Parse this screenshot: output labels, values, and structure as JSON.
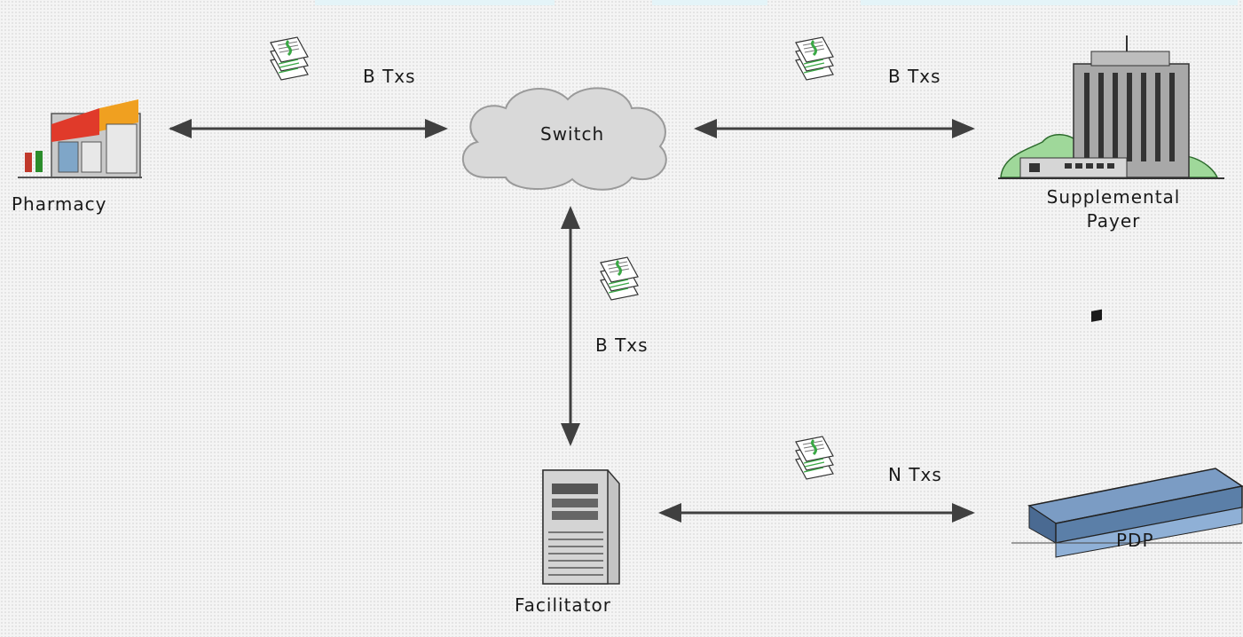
{
  "nodes": {
    "pharmacy": "Pharmacy",
    "switch": "Switch",
    "supplemental_payer_line1": "Supplemental",
    "supplemental_payer_line2": "Payer",
    "facilitator": "Facilitator",
    "pdp": "PDP"
  },
  "edges": {
    "pharmacy_switch": "B Txs",
    "switch_payer": "B Txs",
    "switch_facilitator": "B Txs",
    "facilitator_pdp": "N Txs"
  },
  "colors": {
    "arrow": "#404040",
    "cloud": "#d9d9d9",
    "doc_check": "#3aa845",
    "building": "#9a9a9a",
    "pdp_blue": "#5b7fa8",
    "tree": "#9fd89a"
  },
  "icons": [
    "pharmacy-icon",
    "cloud-icon",
    "office-building-icon",
    "server-tower-icon",
    "pdp-building-icon",
    "document-stack-icon"
  ]
}
